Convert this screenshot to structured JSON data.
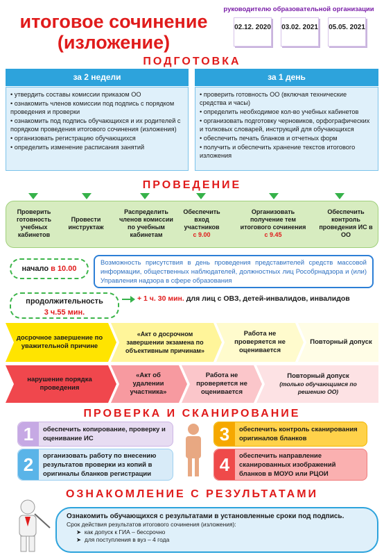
{
  "header": {
    "title": "итоговое сочинение (изложение)",
    "org_label": "руководителю образовательной организации",
    "dates": [
      "02.12. 2020",
      "03.02. 2021",
      "05.05. 2021"
    ]
  },
  "prep": {
    "heading": "ПОДГОТОВКА",
    "left": {
      "title": "за 2 недели",
      "items": [
        "утвердить составы комиссии приказом ОО",
        "ознакомить членов комиссии под подпись с порядком проведения и проверки",
        "ознакомить под подпись обучающихся и их родителей с порядком проведения итогового сочинения (изложения)",
        "организовать регистрацию обучающихся",
        "определить изменение расписания занятий"
      ]
    },
    "right": {
      "title": "за 1 день",
      "items": [
        "проверить готовность ОО (включая технические средства и часы)",
        "определить необходимое кол-во учебных кабинетов",
        "организовать подготовку черновиков, орфографических и толковых словарей, инструкций для обучающихся",
        "обеспечить печать бланков и отчетных форм",
        "получить и обеспечить хранение текстов итогового изложения"
      ]
    }
  },
  "conduct": {
    "heading": "ПРОВЕДЕНИЕ",
    "steps": [
      {
        "text": "Проверить готовность учебных кабинетов",
        "time": ""
      },
      {
        "text": "Провести инструктаж",
        "time": ""
      },
      {
        "text": "Распределить членов комиссии по учебным кабинетам",
        "time": ""
      },
      {
        "text": "Обеспечить вход участников",
        "time": "с 9.00"
      },
      {
        "text": "Организовать получение тем итогового сочинения",
        "time": "с 9.45"
      },
      {
        "text": "Обеспечить контроль проведения ИС в ОО",
        "time": ""
      }
    ],
    "start_label": "начало",
    "start_time": "в 10.00",
    "presence_note": "Возможность присутствия в день проведения представителей средств массовой информации, общественных наблюдателей, должностных лиц Рособрнадзора и (или) Управления надзора в сфере образования",
    "duration_label": "продолжительность",
    "duration_value": "3 ч.55 мин.",
    "extra_time": "+ 1 ч. 30 мин.",
    "extra_for": "для лиц с ОВЗ, детей-инвалидов, инвалидов",
    "yellow_row": [
      "досрочное завершение по уважительной причине",
      "«Акт о досрочном завершении экзамена по объективным причинам»",
      "Работа не проверяется не оценивается",
      "Повторный допуск"
    ],
    "red_row": [
      "нарушение порядка проведения",
      "«Акт об удалении участника»",
      "Работа не проверяется не оценивается",
      "Повторный допуск",
      "(только обучающимся по решению ОО)"
    ]
  },
  "check": {
    "heading": "ПРОВЕРКА И СКАНИРОВАНИЕ",
    "cards": [
      {
        "num": "1",
        "text": "обеспечить копирование, проверку и оценивание ИС"
      },
      {
        "num": "2",
        "text": "организовать работу по внесению результатов проверки из копий в оригиналы бланков регистрации"
      },
      {
        "num": "3",
        "text": "обеспечить контроль сканирования оригиналов бланков"
      },
      {
        "num": "4",
        "text": "обеспечить направление сканированных изображений бланков в МОУО или РЦОИ"
      }
    ]
  },
  "results": {
    "heading": "ОЗНАКОМЛЕНИЕ С РЕЗУЛЬТАТАМИ",
    "main": "Ознакомить обучающихся с результатами в установленные сроки под подпись.",
    "validity": "Срок действия результатов итогового сочинения (изложения):",
    "bullets": [
      "как допуск к ГИА – бессрочно",
      "для поступления в вуз – 4 года"
    ]
  }
}
